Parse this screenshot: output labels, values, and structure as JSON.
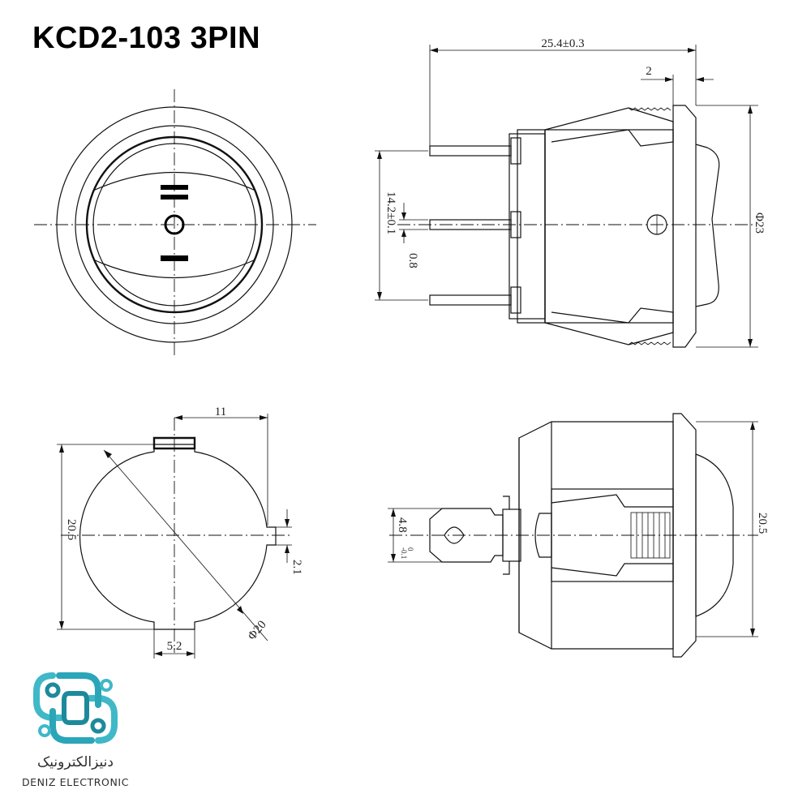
{
  "title": "KCD2-103 3PIN",
  "dimensions": {
    "overall_length": "25.4±0.3",
    "bezel_thickness": "2",
    "pin_span": "14.2±0.1",
    "pin_thickness": "0.8",
    "bezel_diameter": "Φ23",
    "cutout_width": "11",
    "cutout_height": "20.5",
    "key_offset": "2.1",
    "key_width": "5.2",
    "hole_diameter": "Φ20",
    "terminal_width": "4.8",
    "terminal_tolerance_upper": "0",
    "terminal_tolerance_lower": "-0.1",
    "body_height": "20.5"
  },
  "symbols": {
    "on": "II",
    "off": "I",
    "center": "O"
  },
  "brand": {
    "name_fa": "دنیزالکترونیک",
    "name_en": "DENIZ ELECTRONIC",
    "colors": {
      "primary": "#3fb8c8",
      "dark": "#1d8a9c"
    },
    "logo_icon": "circuit-knot-logo-icon"
  }
}
